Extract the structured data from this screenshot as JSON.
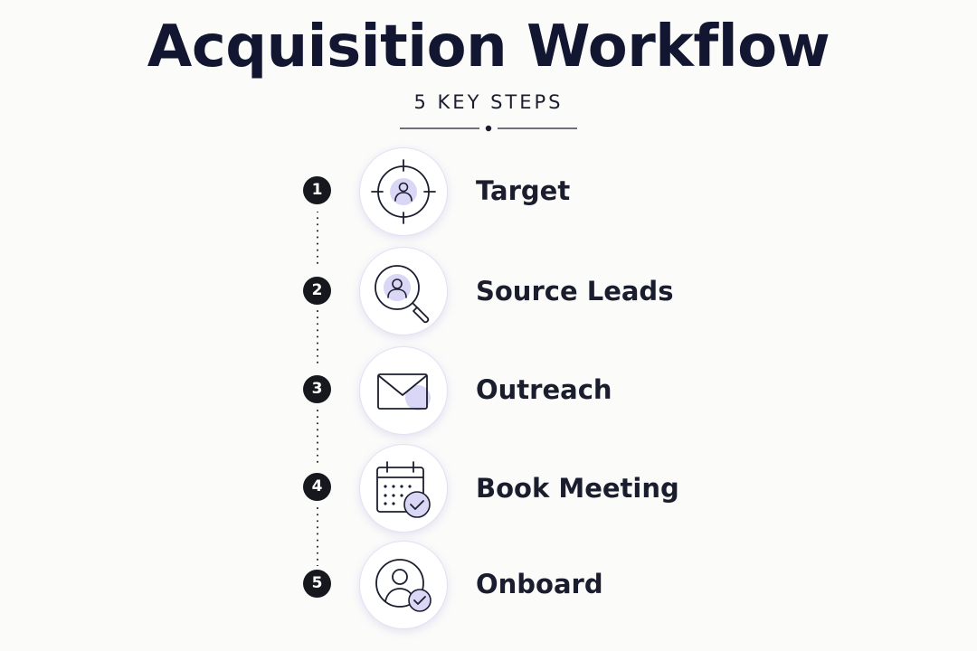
{
  "title": "Acquisition Workflow",
  "subtitle": "5 KEY STEPS",
  "steps": [
    {
      "number": "1",
      "label": "Target",
      "icon": "target-person-icon"
    },
    {
      "number": "2",
      "label": "Source Leads",
      "icon": "magnifier-person-icon"
    },
    {
      "number": "3",
      "label": "Outreach",
      "icon": "envelope-icon"
    },
    {
      "number": "4",
      "label": "Book Meeting",
      "icon": "calendar-check-icon"
    },
    {
      "number": "5",
      "label": "Onboard",
      "icon": "user-check-icon"
    }
  ],
  "colors": {
    "ink": "#121631",
    "accent_lavender": "#d9d6f6",
    "badge": "#17181e",
    "background": "#fbfbfa"
  }
}
